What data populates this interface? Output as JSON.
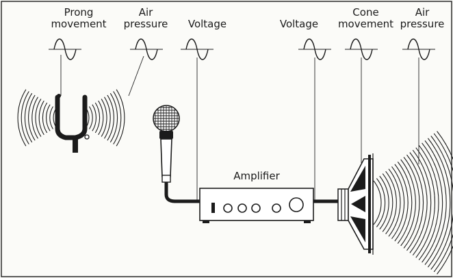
{
  "labels": {
    "prong_line1": "Prong",
    "prong_line2": "movement",
    "air_left_line1": "Air",
    "air_left_line2": "pressure",
    "voltage_left": "Voltage",
    "voltage_right": "Voltage",
    "cone_line1": "Cone",
    "cone_line2": "movement",
    "air_right_line1": "Air",
    "air_right_line2": "pressure",
    "amplifier": "Amplifier"
  },
  "icons": [
    "sine-wave-icon",
    "tuning-fork-icon",
    "microphone-icon",
    "amplifier-icon",
    "loudspeaker-icon"
  ]
}
